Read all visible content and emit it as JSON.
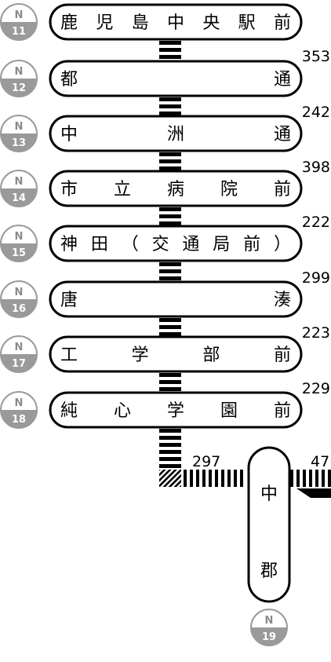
{
  "route_prefix": "N",
  "stations": [
    {
      "code": "11",
      "name_chars": [
        "鹿",
        "児",
        "島",
        "中",
        "央",
        "駅",
        "前"
      ]
    },
    {
      "code": "12",
      "name_chars": [
        "都",
        "通"
      ]
    },
    {
      "code": "13",
      "name_chars": [
        "中",
        "洲",
        "通"
      ]
    },
    {
      "code": "14",
      "name_chars": [
        "市",
        "立",
        "病",
        "院",
        "前"
      ]
    },
    {
      "code": "15",
      "name_chars": [
        "神",
        "田",
        "（",
        "交",
        "通",
        "局",
        "前",
        "）"
      ]
    },
    {
      "code": "16",
      "name_chars": [
        "唐",
        "湊"
      ]
    },
    {
      "code": "17",
      "name_chars": [
        "工",
        "学",
        "部",
        "前"
      ]
    },
    {
      "code": "18",
      "name_chars": [
        "純",
        "心",
        "学",
        "園",
        "前"
      ]
    }
  ],
  "distances": [
    "353",
    "242",
    "398",
    "222",
    "299",
    "223",
    "229"
  ],
  "branch": {
    "station": {
      "code": "19",
      "name_chars": [
        "中",
        "郡"
      ]
    },
    "distance_left": "297",
    "distance_right": "47"
  }
}
